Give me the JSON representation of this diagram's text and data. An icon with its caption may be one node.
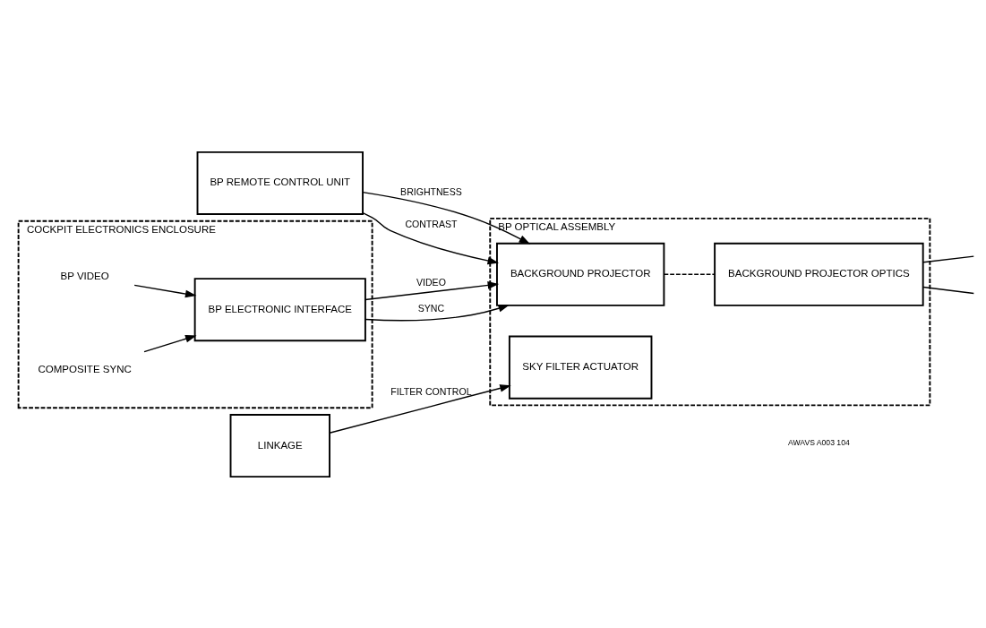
{
  "diagram": {
    "nodes": [
      {
        "text": [
          "BP REMOTE CONTROL UNIT"
        ]
      },
      {
        "text": [
          "COCKPIT ELECTRONICS ENCLOSURE"
        ]
      },
      {
        "text": [
          "BP VIDEO"
        ],
        "in": 1
      },
      {
        "text": [
          "COMPOSITE SYNC"
        ],
        "in": 1
      },
      {
        "text": [
          "BP ELECTRONIC INTERFACE"
        ],
        "in": 1
      },
      {
        "text": [
          "BP OPTICAL ASSEMBLY"
        ]
      },
      {
        "text": [
          "BACKGROUND PROJECTOR"
        ],
        "in": 5
      },
      {
        "text": [
          "BACKGROUND PROJECTOR OPTICS"
        ],
        "in": 5
      },
      {
        "text": [
          "SKY FILTER ACTUATOR"
        ],
        "in": 5
      },
      {
        "text": [
          "LINKAGE"
        ]
      }
    ],
    "edges": [
      {
        "from": 0,
        "to": 6,
        "arrow": "to",
        "label": "BRIGHTNESS"
      },
      {
        "from": 0,
        "to": 6,
        "arrow": "to",
        "label": "CONTRAST"
      },
      {
        "from": 2,
        "to": 4,
        "arrow": "to"
      },
      {
        "from": 3,
        "to": 4,
        "arrow": "to"
      },
      {
        "from": 4,
        "to": 6,
        "arrow": "to",
        "label": "VIDEO"
      },
      {
        "from": 4,
        "to": 6,
        "arrow": "to",
        "label": "SYNC"
      },
      {
        "from": 6,
        "to": 7,
        "arrow": "none",
        "style": "dashed"
      },
      {
        "from": 7,
        "to": null,
        "arrow": "none"
      },
      {
        "from": 7,
        "to": null,
        "arrow": "none"
      },
      {
        "from": 9,
        "to": 8,
        "arrow": "to",
        "label": "FILTER CONTROL"
      }
    ],
    "labels": [
      "AWAVS A003 104"
    ]
  }
}
